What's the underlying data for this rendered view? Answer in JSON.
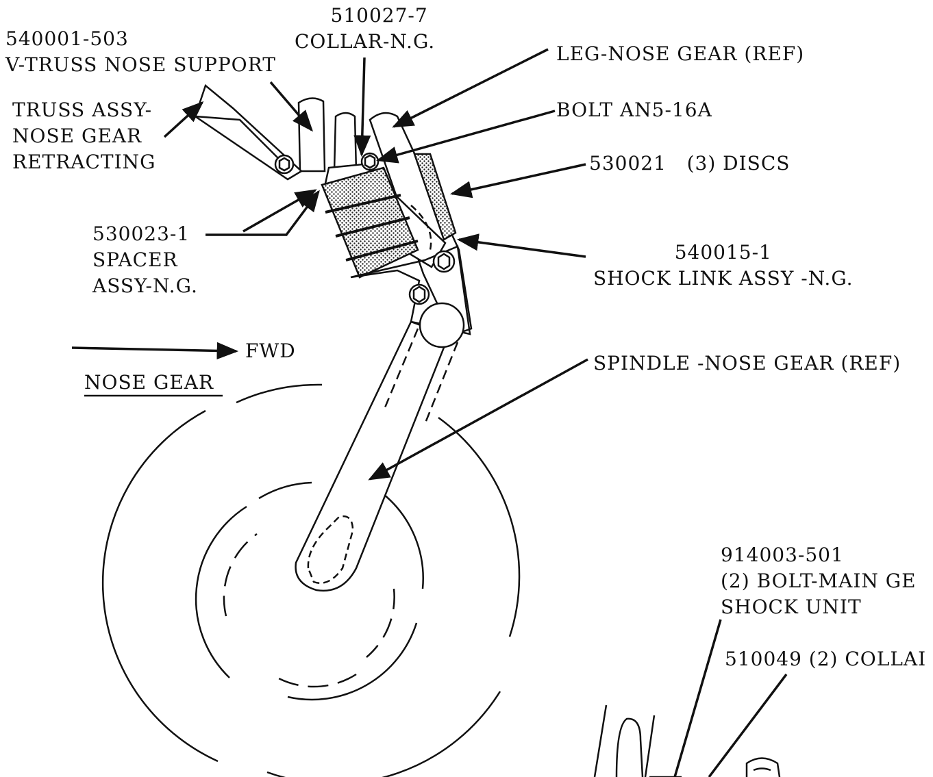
{
  "labels": {
    "v_truss": {
      "part": "540001-503",
      "name": "V-TRUSS NOSE SUPPORT"
    },
    "collar": {
      "part": "510027-7",
      "name": "COLLAR-N.G."
    },
    "leg": {
      "name": "LEG-NOSE GEAR (REF)"
    },
    "truss_assy": {
      "line1": "TRUSS ASSY-",
      "line2": "NOSE GEAR",
      "line3": "RETRACTING"
    },
    "bolt": {
      "name": "BOLT AN5-16A"
    },
    "discs": {
      "part": "530021",
      "name": "(3) DISCS"
    },
    "spacer": {
      "part": "530023-1",
      "line2": "SPACER",
      "line3": "ASSY-N.G."
    },
    "shock_link": {
      "part": "540015-1",
      "name": "SHOCK LINK ASSY -N.G."
    },
    "fwd": {
      "text": "FWD"
    },
    "nose_gear_title": {
      "text": "NOSE GEAR"
    },
    "spindle": {
      "name": "SPINDLE -NOSE GEAR (REF)"
    },
    "main_bolt": {
      "part": "914003-501",
      "line2": "(2) BOLT-MAIN GE",
      "line3": "SHOCK UNIT"
    },
    "main_collar": {
      "text": "510049 (2) COLLAI"
    }
  },
  "colors": {
    "ink": "#111111",
    "paper": "#ffffff",
    "pad": "#555555"
  }
}
